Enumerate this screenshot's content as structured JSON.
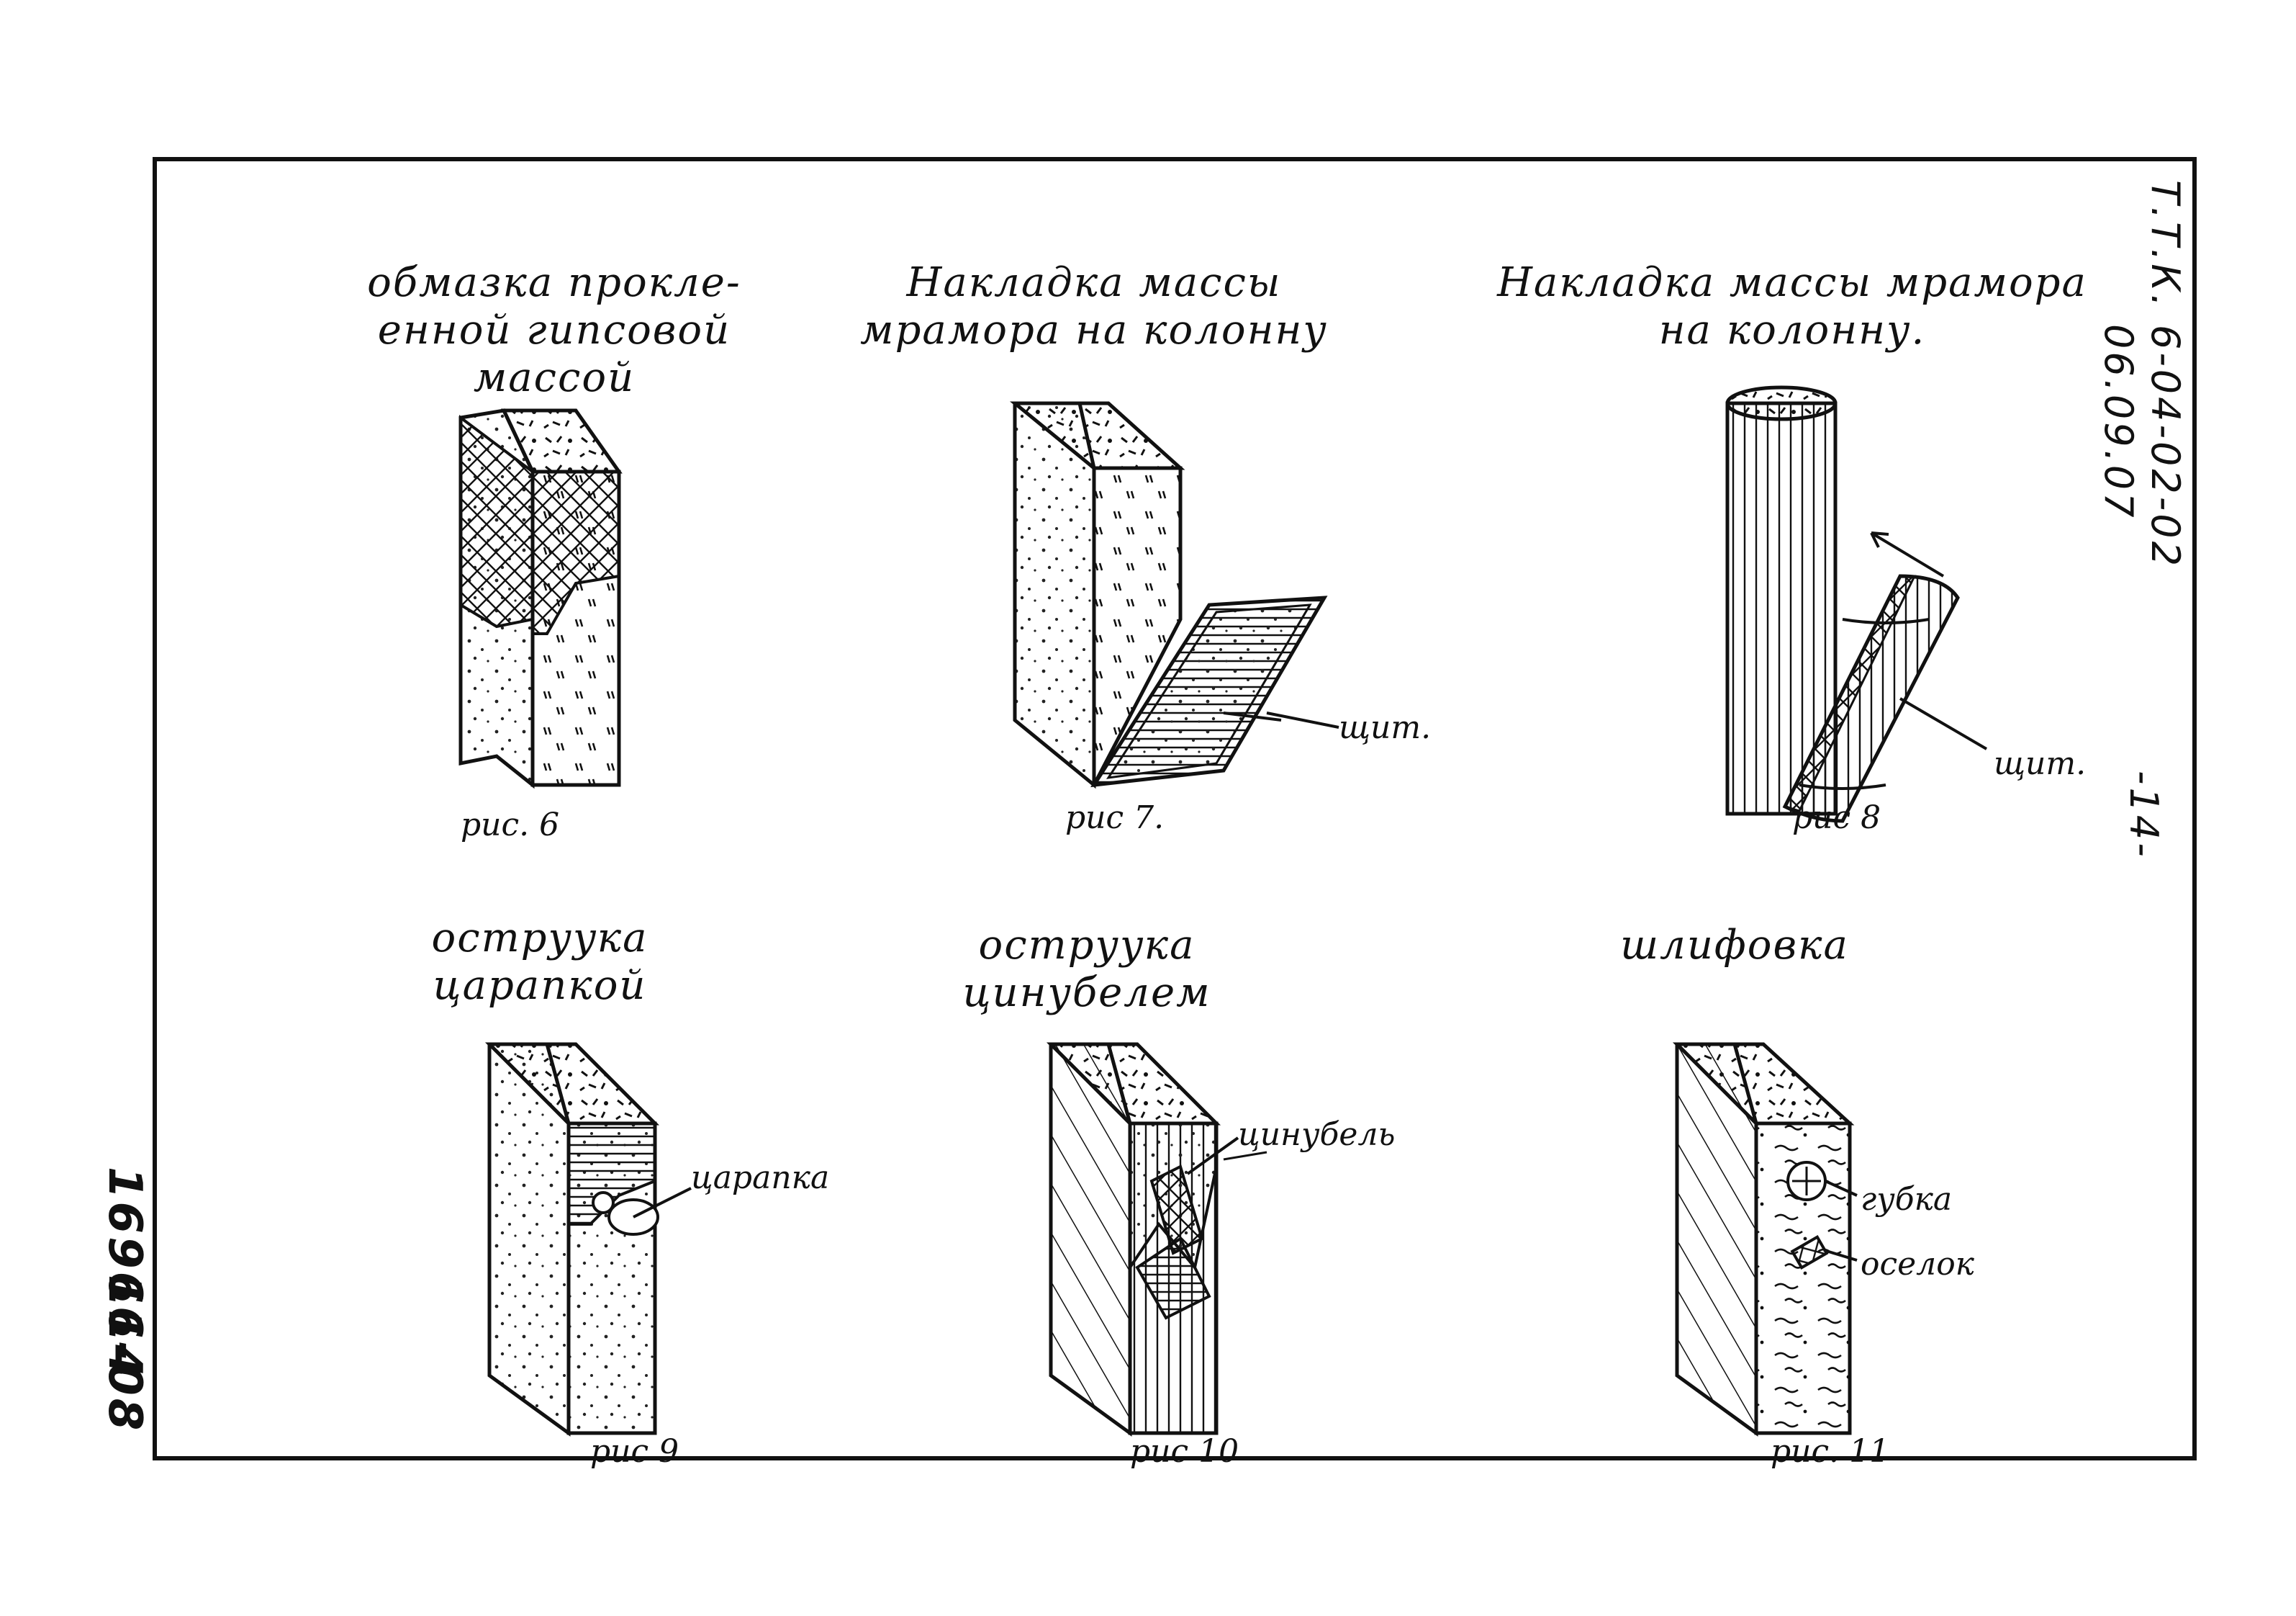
{
  "captions": {
    "fig6_title": [
      "обмазка прокле-",
      "енной гипсовой",
      "массой"
    ],
    "fig7_title": [
      "Накладка массы",
      "мрамора на колонну"
    ],
    "fig8_title": [
      "Накладка массы мрамора",
      "на колонну."
    ],
    "fig9_title": [
      "оструyка",
      "царапкой"
    ],
    "fig10_title": [
      "оструyка",
      "цинубелем"
    ],
    "fig11_title": [
      "шлифовка"
    ]
  },
  "figures": {
    "fig6": "рис. 6",
    "fig7": "рис 7.",
    "fig8": "рис 8",
    "fig9": "рис 9",
    "fig10": "рис 10",
    "fig11": "рис. 11"
  },
  "labels": {
    "shield7": "щит.",
    "shield8": "щит.",
    "scraper": "царапка",
    "zinubel": "цинубель",
    "sponge": "губка",
    "whetstone": "оселок"
  },
  "margin": {
    "doc_code_line1": "Т.Т.К. 6-04-02-02",
    "doc_code_line2": "06.09.07",
    "page_number": "-14-",
    "archive_number": "16966-08",
    "sheet_number": "114"
  }
}
